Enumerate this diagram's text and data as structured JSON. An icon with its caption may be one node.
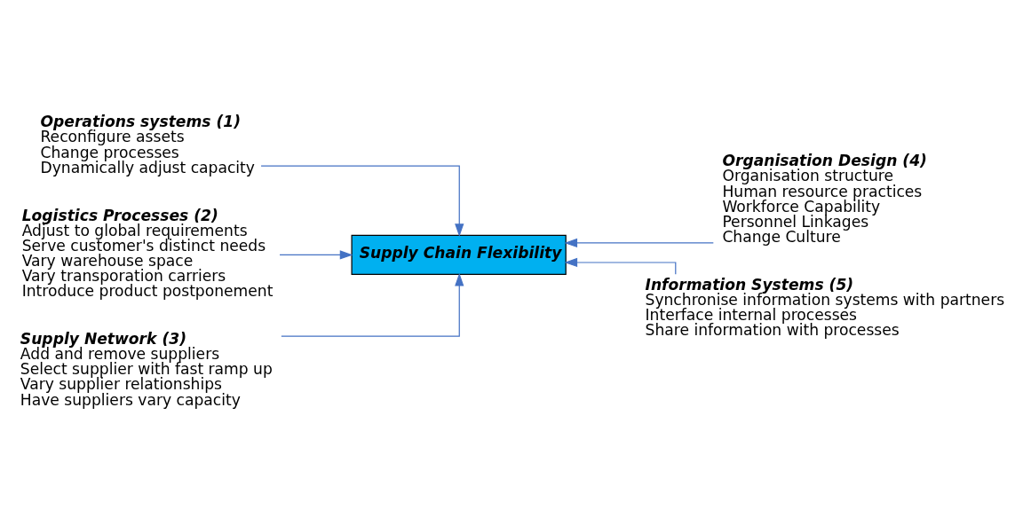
{
  "diagram": {
    "nodes": [
      {
        "text": [
          "Operations systems (1)",
          "Reconfigure assets",
          "Change processes",
          "Dynamically adjust capacity"
        ]
      },
      {
        "text": [
          "Logistics Processes (2)",
          "Adjust to global requirements",
          "Serve customer's distinct needs",
          "Vary warehouse space",
          "Vary transporation carriers",
          "Introduce product postponement"
        ]
      },
      {
        "text": [
          "Supply Network (3)",
          "Add and remove suppliers",
          "Select supplier with fast ramp up",
          "Vary supplier relationships",
          "Have suppliers vary capacity"
        ]
      },
      {
        "text": [
          "Supply Chain Flexibility"
        ]
      },
      {
        "text": [
          "Organisation Design (4)",
          "Organisation structure",
          "Human resource practices",
          "Workforce Capability",
          "Personnel Linkages",
          "Change Culture"
        ]
      },
      {
        "text": [
          "Information Systems (5)",
          "Synchronise information systems with partners",
          "Interface internal processes",
          "Share information with processes"
        ]
      }
    ],
    "edges": [
      {
        "from": 0,
        "to": 3,
        "arrow": "to"
      },
      {
        "from": 1,
        "to": 3,
        "arrow": "to"
      },
      {
        "from": 2,
        "to": 3,
        "arrow": "to"
      },
      {
        "from": 4,
        "to": 3,
        "arrow": "to"
      },
      {
        "from": 5,
        "to": 3,
        "arrow": "to"
      }
    ]
  }
}
